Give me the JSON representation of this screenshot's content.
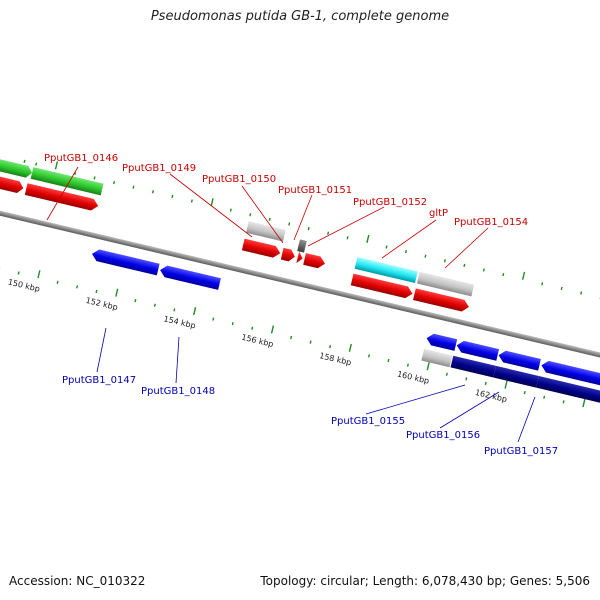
{
  "title": "Pseudomonas putida GB-1, complete genome",
  "footer": {
    "accession": "Accession: NC_010322",
    "summary": "Topology: circular; Length: 6,078,430 bp; Genes: 5,506"
  },
  "colors": {
    "upper_label": "#c80000",
    "lower_label": "#0000b4",
    "tick": "#228b22",
    "backbone": "#8a8a8a"
  },
  "kbp_labels": [
    "150 kbp",
    "152 kbp",
    "154 kbp",
    "156 kbp",
    "158 kbp",
    "160 kbp",
    "162 kbp"
  ],
  "upper_labels": [
    "PputGB1_0146",
    "PputGB1_0149",
    "PputGB1_0150",
    "PputGB1_0151",
    "PputGB1_0152",
    "gltP",
    "PputGB1_0154"
  ],
  "lower_labels": [
    "PputGB1_0147",
    "PputGB1_0148",
    "PputGB1_0155",
    "PputGB1_0156",
    "PputGB1_0157"
  ]
}
